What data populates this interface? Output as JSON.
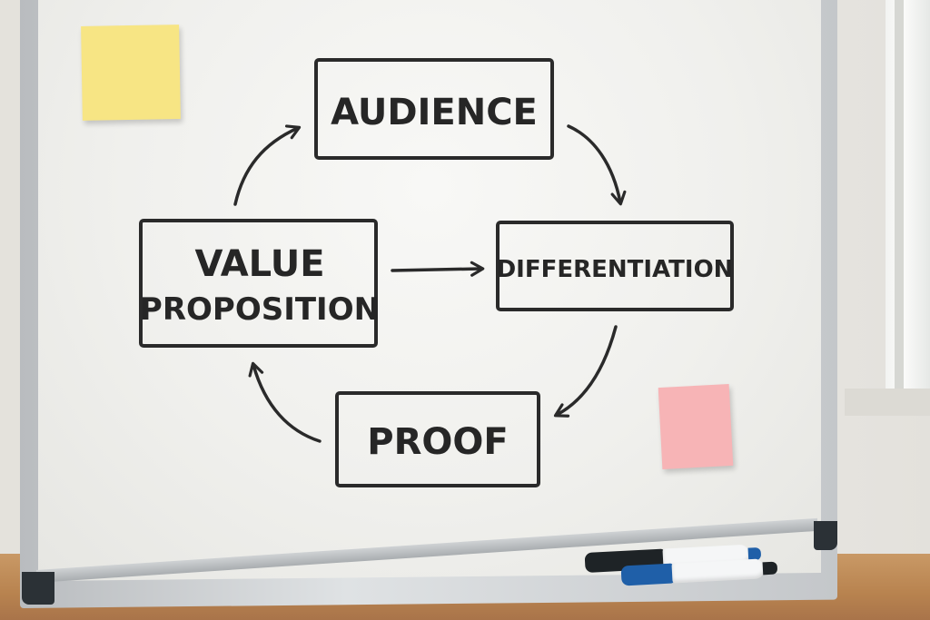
{
  "diagram": {
    "nodes": {
      "audience": "AUDIENCE",
      "value_line1": "VALUE",
      "value_line2": "PROPOSITION",
      "differentiation": "DIFFERENTIATION",
      "proof": "PROOF"
    },
    "ink_color": "#2a2a2a"
  },
  "sticky_notes": {
    "yellow_color": "#f7e584",
    "pink_color": "#f7b4b6"
  },
  "markers": {
    "black_color": "#1e2326",
    "blue_color": "#1f5fa8"
  }
}
